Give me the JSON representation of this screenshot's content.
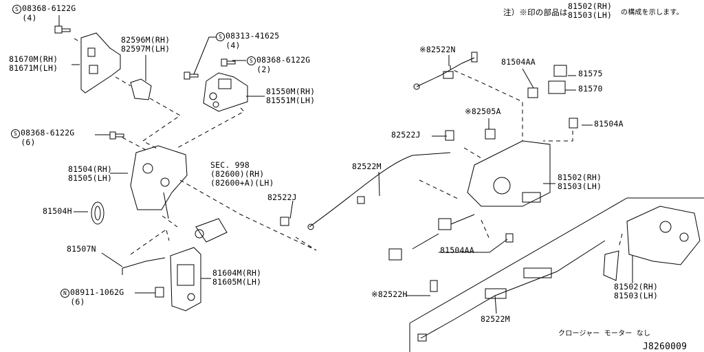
{
  "note": {
    "prefix": "注）※印の部品は",
    "rh": "81502(RH)",
    "lh": "81503(LH)",
    "suffix": "の構成を示します。"
  },
  "labels": {
    "s1": {
      "mark": "S",
      "part": "08368-6122G",
      "qty": "(4)"
    },
    "p81670": {
      "rh": "81670M(RH)",
      "lh": "81671M(LH)"
    },
    "p82596": {
      "rh": "82596M(RH)",
      "lh": "82597M(LH)"
    },
    "s2": {
      "mark": "S",
      "part": "08313-41625",
      "qty": "(4)"
    },
    "s3": {
      "mark": "S",
      "part": "08368-6122G",
      "qty": "(2)"
    },
    "p81550": {
      "rh": "81550M(RH)",
      "lh": "81551M(LH)"
    },
    "s4": {
      "mark": "S",
      "part": "08368-6122G",
      "qty": "(6)"
    },
    "p81504": {
      "rh": "81504(RH)",
      "lh": "81505(LH)"
    },
    "sec": {
      "title": "SEC. 998",
      "rh": "(82600)(RH)",
      "lh": "(82600+A)(LH)"
    },
    "p81504h": "81504H",
    "p82522j_a": "82522J",
    "p81507n": "81507N",
    "p81604": {
      "rh": "81604M(RH)",
      "lh": "81605M(LH)"
    },
    "n1": {
      "mark": "N",
      "part": "08911-1062G",
      "qty": "(6)"
    },
    "p82522n": "※82522N",
    "p81504aa_a": "81504AA",
    "p81575": "81575",
    "p81570": "81570",
    "p82505a": "※82505A",
    "p81504a": "81504A",
    "p82522j_b": "82522J",
    "p82522m_a": "82522M",
    "p81502_a": {
      "rh": "81502(RH)",
      "lh": "81503(LH)"
    },
    "p81504aa_b": "81504AA",
    "p82522h": "※82522H",
    "p82522m_b": "82522M",
    "p81502_b": {
      "rh": "81502(RH)",
      "lh": "81503(LH)"
    },
    "closure_note": "クロージャー モーター なし",
    "diagram_id": "J8260009"
  }
}
